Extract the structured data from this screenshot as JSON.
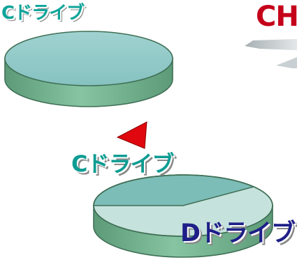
{
  "labels": {
    "c_drive_top": "Cドライブ",
    "c_drive_mid": "Cドライブ",
    "d_drive": "Dドライブ",
    "title_partial": "CH"
  },
  "colors": {
    "c_drive_fill": "#8fc9c8",
    "d_drive_fill": "#c5e2dc",
    "disk_side": "#6fae8c",
    "arrow": "#e0070f",
    "title": "#c5001a",
    "c_label": "#0fa49a",
    "d_label": "#1f1f88"
  },
  "icons": {
    "arrow": "red-triangle-arrow-icon"
  }
}
